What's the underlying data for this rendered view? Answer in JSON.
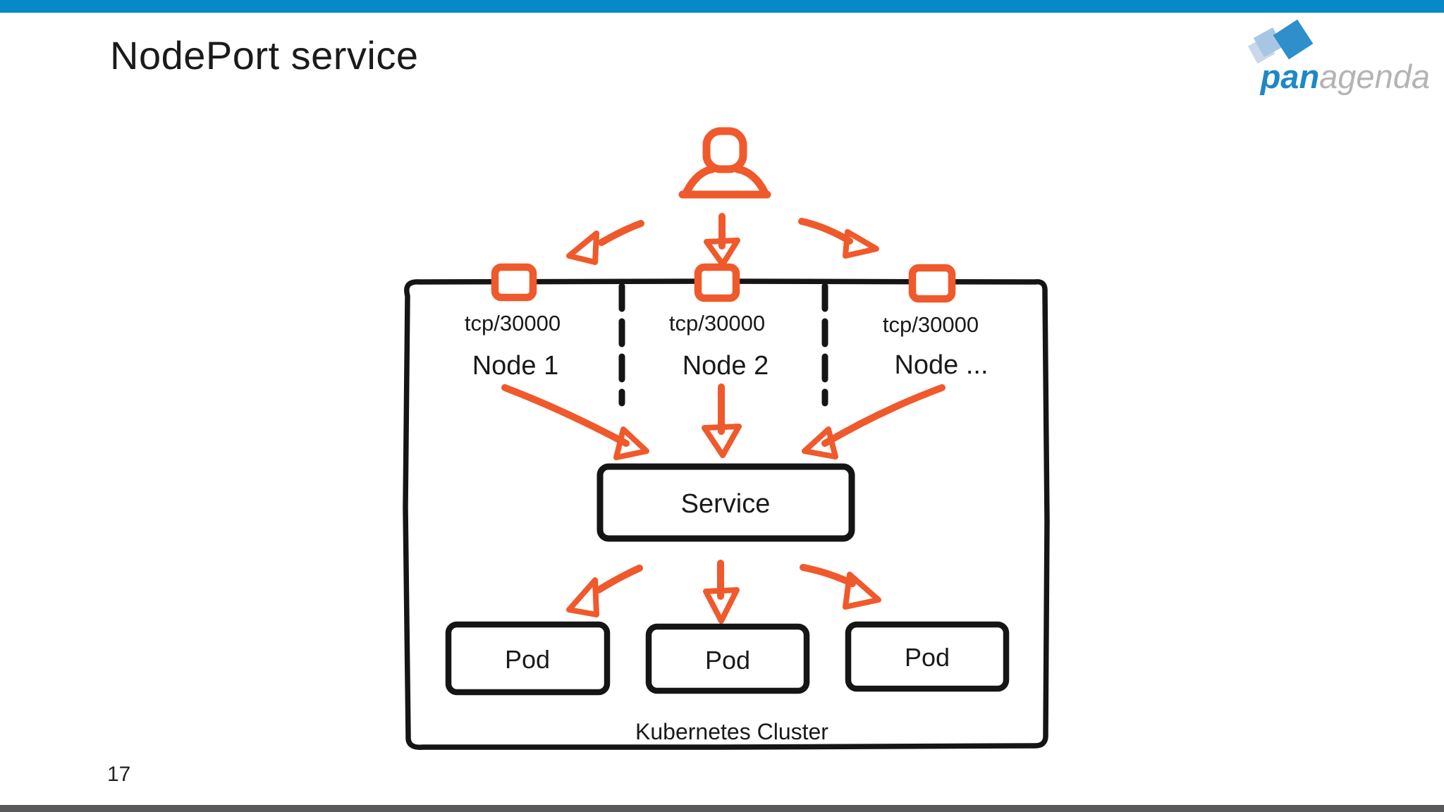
{
  "page": {
    "title": "NodePort service",
    "page_number": "17"
  },
  "logo": {
    "bold_text": "pan",
    "light_text": "agenda"
  },
  "colors": {
    "top_bar_blue": "#0789C8",
    "footer_bar_gray": "#59595B",
    "sketch_orange": "#F0592B",
    "sketch_black": "#151515",
    "logo_blue": "#1E88C7",
    "logo_gray": "#B4B4B6",
    "diamond_blue": "#2E8FCB",
    "diamond_light_blue": "#A7C6E4",
    "diamond_pale_blue": "#C9D8EA"
  },
  "diagram": {
    "port_labels": [
      "tcp/30000",
      "tcp/30000",
      "tcp/30000"
    ],
    "node_labels": [
      "Node 1",
      "Node 2",
      "Node ..."
    ],
    "service_label": "Service",
    "pod_labels": [
      "Pod",
      "Pod",
      "Pod"
    ],
    "cluster_label": "Kubernetes Cluster"
  }
}
